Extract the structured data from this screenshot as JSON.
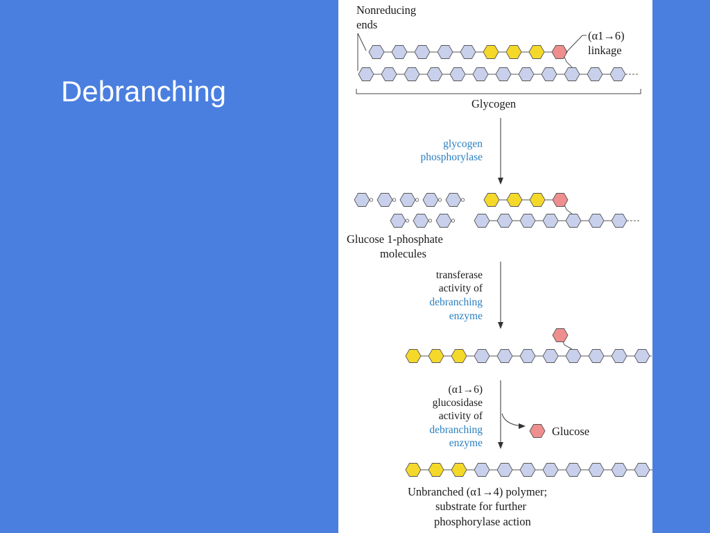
{
  "slide": {
    "title": "Debranching"
  },
  "colors": {
    "background": "#4a7fe0",
    "glucose_residue": "#c8d0ec",
    "transferred_residue": "#f5d92a",
    "branch_residue": "#ee8e8e",
    "enzyme_text": "#2a7fc0"
  },
  "labels": {
    "nonreducing_line1": "Nonreducing",
    "nonreducing_line2": "ends",
    "linkage_line1": "(α1→6)",
    "linkage_line2": "linkage",
    "glycogen": "Glycogen",
    "step1_line1": "glycogen",
    "step1_line2": "phosphorylase",
    "g1p_line1": "Glucose 1-phosphate",
    "g1p_line2": "molecules",
    "step2_line1": "transferase",
    "step2_line2": "activity of",
    "step2_line3": "debranching",
    "step2_line4": "enzyme",
    "step3_line1": "(α1→6)",
    "step3_line2": "glucosidase",
    "step3_line3": "activity of",
    "step3_line4": "debranching",
    "step3_line5": "enzyme",
    "glucose": "Glucose",
    "final_line1": "Unbranched (α1→4) polymer;",
    "final_line2": "substrate for further",
    "final_line3": "phosphorylase action"
  }
}
